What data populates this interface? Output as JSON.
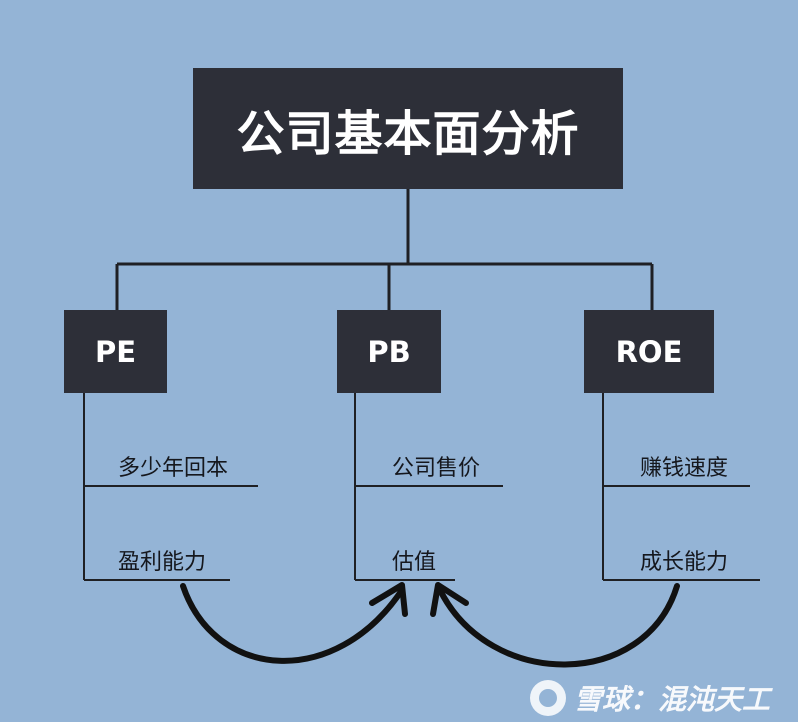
{
  "diagram": {
    "root": {
      "label": "公司基本面分析"
    },
    "nodes": [
      {
        "id": "pe",
        "label": "PE",
        "items": [
          "多少年回本",
          "盈利能力"
        ]
      },
      {
        "id": "pb",
        "label": "PB",
        "items": [
          "公司售价",
          "估值"
        ]
      },
      {
        "id": "roe",
        "label": "ROE",
        "items": [
          "赚钱速度",
          "成长能力"
        ]
      }
    ],
    "watermark": {
      "text": "雪球：混沌天工"
    },
    "colors": {
      "background": "#94b4d6",
      "box": "#2d2f38",
      "line": "#1f2024",
      "arrow": "#111111"
    }
  }
}
